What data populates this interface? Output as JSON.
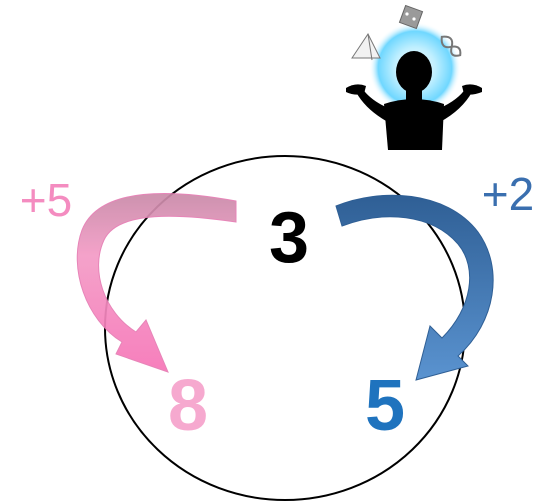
{
  "diagram": {
    "center_number": "3",
    "left_increment": "+5",
    "right_increment": "+2",
    "left_result": "8",
    "right_result": "5"
  },
  "colors": {
    "pink": "#F48CC0",
    "pink_light": "#F6A9CF",
    "blue": "#3A6FAF",
    "blue_text": "#1F73BE",
    "black": "#000000"
  },
  "icons": {
    "figure": "juggling-person-icon",
    "shapes": [
      "pyramid-icon",
      "dice-icon",
      "infinity-icon"
    ]
  }
}
